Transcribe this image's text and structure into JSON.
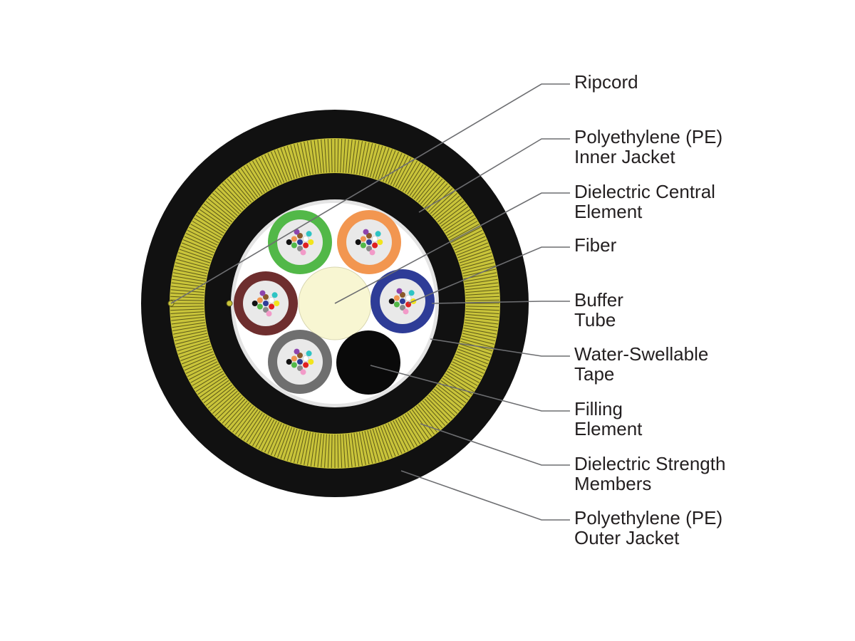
{
  "diagram": {
    "title": "",
    "colors": {
      "jacket": "#111111",
      "strength_yarn": "#c9c43a",
      "strength_yarn_dark": "#4a4712",
      "tape": "#e4e4e4",
      "core_fill": "#ffffff",
      "central_element": "#f8f6d2",
      "filler": "#0a0a0a",
      "leader_line": "#6d6e71",
      "label_text": "#231f20"
    },
    "buffer_tubes": [
      {
        "name": "green-tube",
        "color": "#52b848"
      },
      {
        "name": "orange-tube",
        "color": "#f29650"
      },
      {
        "name": "blue-tube",
        "color": "#2e3c97"
      },
      {
        "name": "gray-tube",
        "color": "#6f6f6f"
      },
      {
        "name": "brown-tube",
        "color": "#6e2e2e"
      }
    ],
    "fiber_colors": [
      "#2e3c97",
      "#f29650",
      "#52b848",
      "#8b5a2b",
      "#8a8a8a",
      "#ffffff",
      "#e02020",
      "#111111",
      "#f2e41c",
      "#8e44ad",
      "#f29ac8",
      "#2ec4c4"
    ],
    "labels": {
      "ripcord": {
        "line1": "Ripcord",
        "line2": ""
      },
      "inner_jacket": {
        "line1": "Polyethylene (PE)",
        "line2": "Inner Jacket"
      },
      "central_element": {
        "line1": "Dielectric Central",
        "line2": "Element"
      },
      "fiber": {
        "line1": "Fiber",
        "line2": ""
      },
      "buffer_tube": {
        "line1": "Buffer",
        "line2": "Tube"
      },
      "water_tape": {
        "line1": "Water-Swellable",
        "line2": "Tape"
      },
      "filling_element": {
        "line1": "Filling",
        "line2": "Element"
      },
      "strength_members": {
        "line1": "Dielectric Strength",
        "line2": "Members"
      },
      "outer_jacket": {
        "line1": "Polyethylene (PE)",
        "line2": "Outer Jacket"
      }
    }
  }
}
